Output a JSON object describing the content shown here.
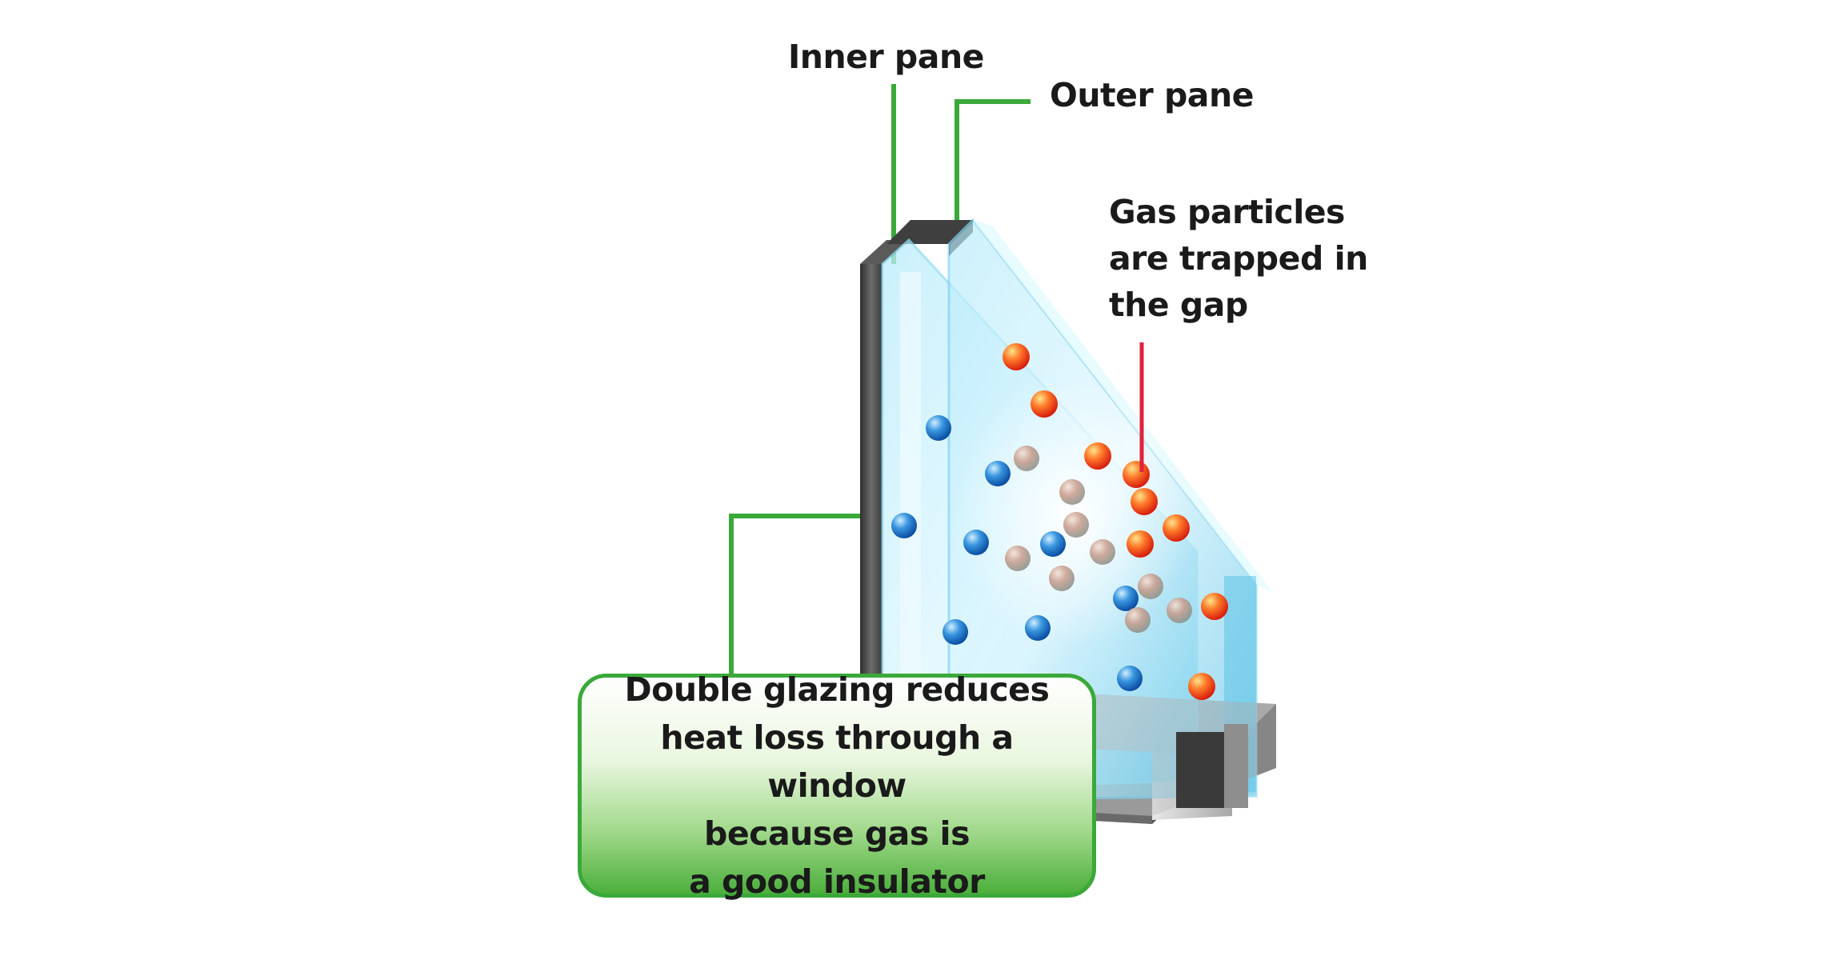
{
  "labels": {
    "inner_pane": "Inner pane",
    "outer_pane": "Outer pane",
    "gas_line1": "Gas particles",
    "gas_line2": "are trapped in",
    "gas_line3": "the gap"
  },
  "caption": {
    "line1": "Double glazing reduces",
    "line2": "heat loss through a window",
    "line3": "because gas is",
    "line4": "a good insulator"
  },
  "colors": {
    "leader_line": "#3aa93a",
    "gas_pointer": "#e0233c",
    "glass": "#7fd3ee",
    "frame": "#4a4a4a",
    "hot_particle": "#f04a1a",
    "cold_particle": "#1a7fd0",
    "mixed_particle": "#c79a8a"
  }
}
